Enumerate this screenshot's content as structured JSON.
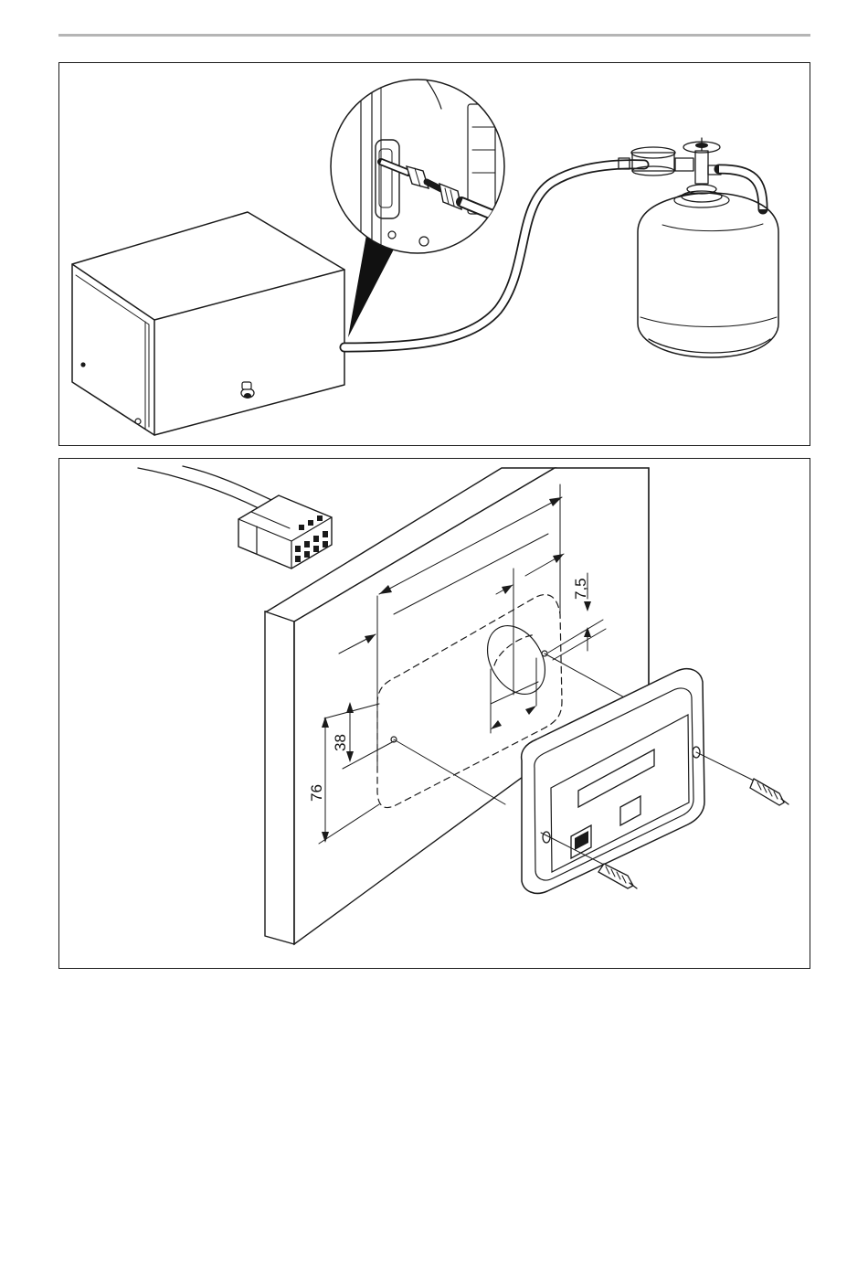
{
  "figure_top": {
    "description_items": [
      "appliance-box",
      "connection-detail",
      "gas-hose",
      "pressure-regulator",
      "gas-cylinder"
    ]
  },
  "figure_bottom": {
    "dimensions": {
      "top_offset": "7,5",
      "inner_height": "38",
      "outer_height": "76"
    }
  },
  "icons": [
    "screw-icon",
    "connector-plug-icon",
    "panel-switch-icon"
  ],
  "colors": {
    "line": "#1a1a1a",
    "rule": "#b5b5b5",
    "background": "#ffffff"
  }
}
